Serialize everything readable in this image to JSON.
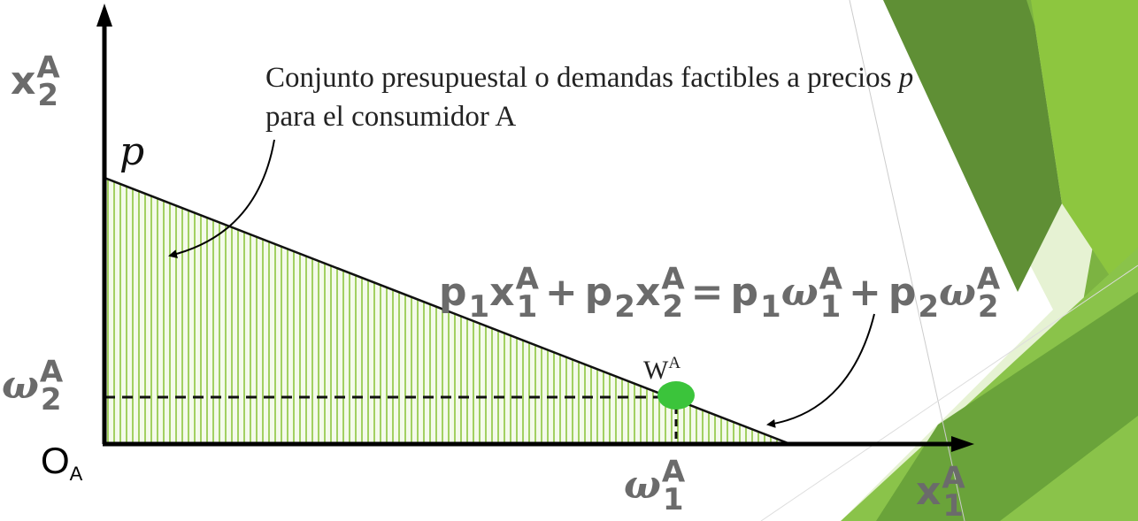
{
  "annotation": {
    "line1_text": "Conjunto presupuestal o demandas factibles a precios ",
    "line1_italic": "p",
    "line2_text": "para el consumidor A"
  },
  "price_label": "p",
  "endowment_label": {
    "main": "W",
    "sup": "A"
  },
  "origin_label": {
    "main": "O",
    "sub": "A"
  },
  "axis_labels": {
    "y": {
      "base": "x",
      "sub": "2",
      "sup": "A"
    },
    "x": {
      "base": "x",
      "sub": "1",
      "sup": "A"
    },
    "omega1": {
      "base": "ω",
      "sub": "1",
      "sup": "A"
    },
    "omega2": {
      "base": "ω",
      "sub": "2",
      "sup": "A"
    }
  },
  "equation": [
    {
      "base": "p",
      "sub": "1"
    },
    {
      "base": "x",
      "sub": "1",
      "sup": "A"
    },
    {
      "op": "+"
    },
    {
      "base": "p",
      "sub": "2"
    },
    {
      "base": "x",
      "sub": "2",
      "sup": "A"
    },
    {
      "op": "="
    },
    {
      "base": "p",
      "sub": "1"
    },
    {
      "base": "ω",
      "sub": "1",
      "sup": "A"
    },
    {
      "op": "+"
    },
    {
      "base": "p",
      "sub": "2"
    },
    {
      "base": "ω",
      "sub": "2",
      "sup": "A"
    }
  ],
  "colors": {
    "hatch": "#8dc63f",
    "endowment": "#3bc43b",
    "math_gray": "#6b6b6b",
    "deco_greens": [
      "#5a8a2e",
      "#7cb342",
      "#9ccc65",
      "#c5e1a5",
      "#e6f2d3"
    ]
  }
}
